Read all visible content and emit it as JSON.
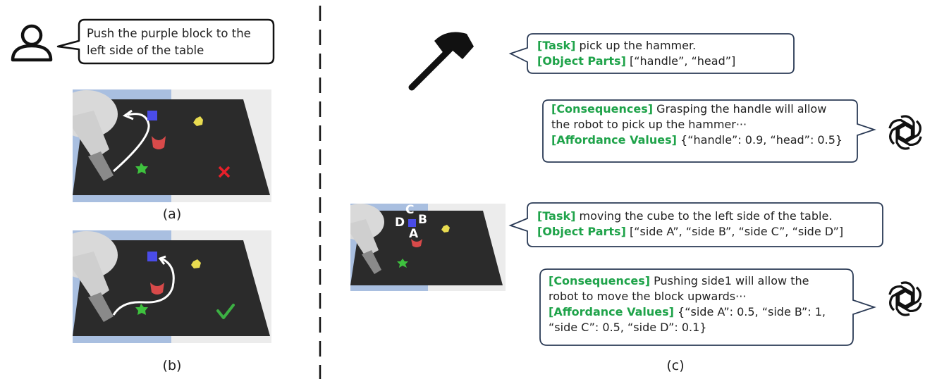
{
  "user_instruction": "Push the purple block to the left side of the table",
  "captions": {
    "a": "(a)",
    "b": "(b)",
    "c": "(c)"
  },
  "side_labels": {
    "A": "A",
    "B": "B",
    "C": "C",
    "D": "D"
  },
  "hammer_query": {
    "task_label": "[Task]",
    "task_text": " pick up the hammer.",
    "parts_label": "[Object Parts]",
    "parts_text": " [“handle”, “head”]"
  },
  "hammer_answer": {
    "consequences_label": "[Consequences]",
    "consequences_text_1": " Grasping the handle will allow",
    "consequences_text_2": "the robot to pick up the hammer···",
    "affordance_label": "[Affordance Values]",
    "affordance_text": " {“handle”: 0.9, “head”: 0.5}"
  },
  "cube_query": {
    "task_label": "[Task]",
    "task_text": " moving the cube to the left side of the table.",
    "parts_label": "[Object Parts]",
    "parts_text": " [“side A”, “side B”, “side C”, “side D”]"
  },
  "cube_answer": {
    "consequences_label": "[Consequences]",
    "consequences_text_1": " Pushing side1 will allow the",
    "consequences_text_2": "robot to move the block upwards···",
    "affordance_label": "[Affordance Values]",
    "affordance_text": " {“side A”: 0.5, “side B”: 1,",
    "affordance_text_2": "“side C”: 0.5, “side D”: 0.1}"
  },
  "colors": {
    "highlight": "#1fa34a",
    "table": "#2b2b2b",
    "sky": "#a9bfe0",
    "bubble_border": "#2a3a55",
    "cross": "#e8202a",
    "check": "#3cb043"
  },
  "icons": [
    "user-icon",
    "hammer-icon",
    "openai-logo-icon",
    "cross-icon",
    "check-icon"
  ]
}
